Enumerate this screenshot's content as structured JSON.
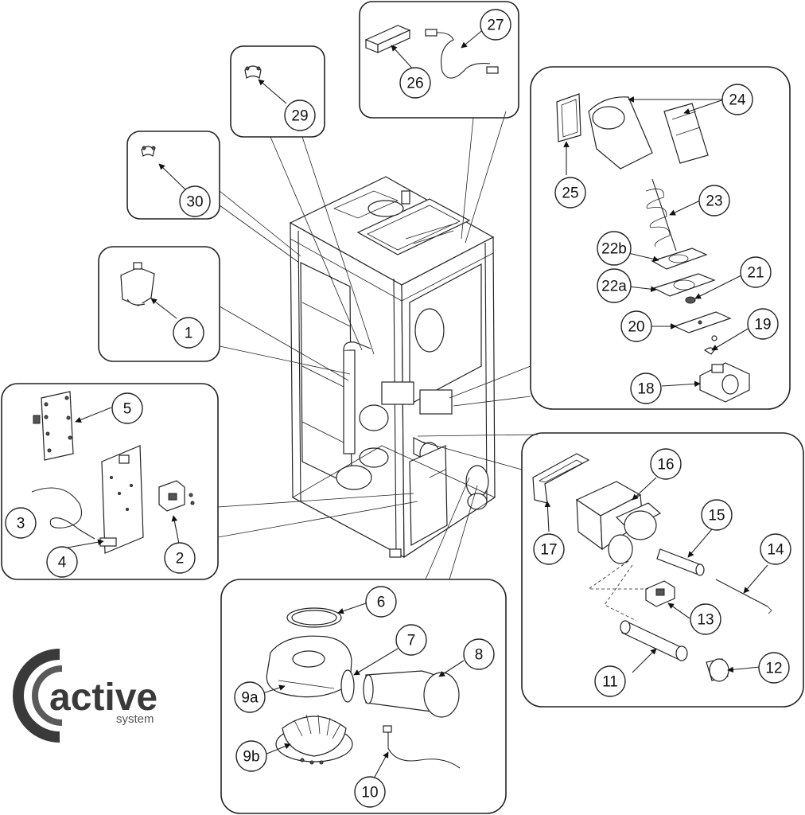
{
  "logo": {
    "brand": "active",
    "sub": "system"
  },
  "callouts": [
    {
      "id": "c1",
      "text": "1"
    },
    {
      "id": "c2",
      "text": "2"
    },
    {
      "id": "c3",
      "text": "3"
    },
    {
      "id": "c4",
      "text": "4"
    },
    {
      "id": "c5",
      "text": "5"
    },
    {
      "id": "c6",
      "text": "6"
    },
    {
      "id": "c7",
      "text": "7"
    },
    {
      "id": "c8",
      "text": "8"
    },
    {
      "id": "c9a",
      "text": "9a"
    },
    {
      "id": "c9b",
      "text": "9b"
    },
    {
      "id": "c10",
      "text": "10"
    },
    {
      "id": "c11",
      "text": "11"
    },
    {
      "id": "c12",
      "text": "12"
    },
    {
      "id": "c13",
      "text": "13"
    },
    {
      "id": "c14",
      "text": "14"
    },
    {
      "id": "c15",
      "text": "15"
    },
    {
      "id": "c16",
      "text": "16"
    },
    {
      "id": "c17",
      "text": "17"
    },
    {
      "id": "c18",
      "text": "18"
    },
    {
      "id": "c19",
      "text": "19"
    },
    {
      "id": "c20",
      "text": "20"
    },
    {
      "id": "c21",
      "text": "21"
    },
    {
      "id": "c22a",
      "text": "22a"
    },
    {
      "id": "c22b",
      "text": "22b"
    },
    {
      "id": "c23",
      "text": "23"
    },
    {
      "id": "c24",
      "text": "24"
    },
    {
      "id": "c25",
      "text": "25"
    },
    {
      "id": "c26",
      "text": "26"
    },
    {
      "id": "c27",
      "text": "27"
    },
    {
      "id": "c29",
      "text": "29"
    },
    {
      "id": "c30",
      "text": "30"
    }
  ]
}
